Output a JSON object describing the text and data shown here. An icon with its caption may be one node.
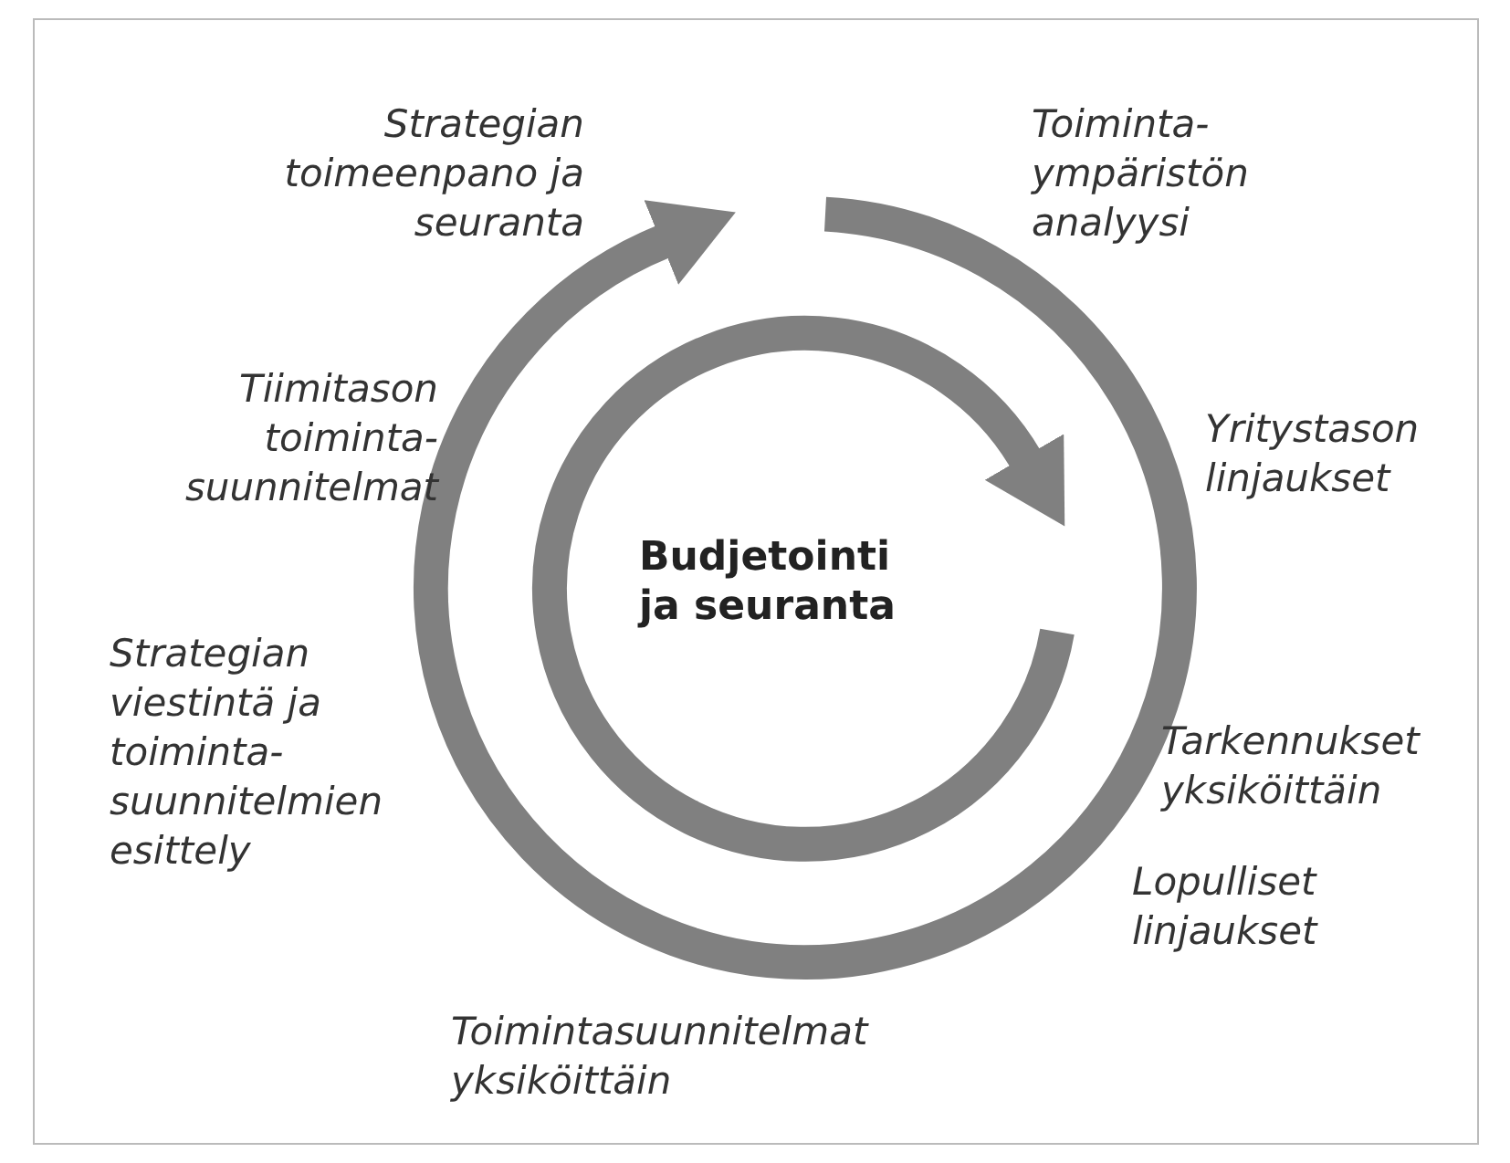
{
  "diagram": {
    "labels": [
      "Strategian toimeenpano ja seuranta",
      "Toiminta- ympäristön analyysi",
      "Tiimitason toiminta- suunnitelmat",
      "Yritystason linjaukset",
      "Budjetointi ja seuranta",
      "Strategian viestintä ja toiminta- suunnitelmien esittely",
      "Tarkennukset yksiköittäin",
      "Lopulliset linjaukset",
      "Toimintasuunnitelmat yksiköittäin"
    ]
  }
}
